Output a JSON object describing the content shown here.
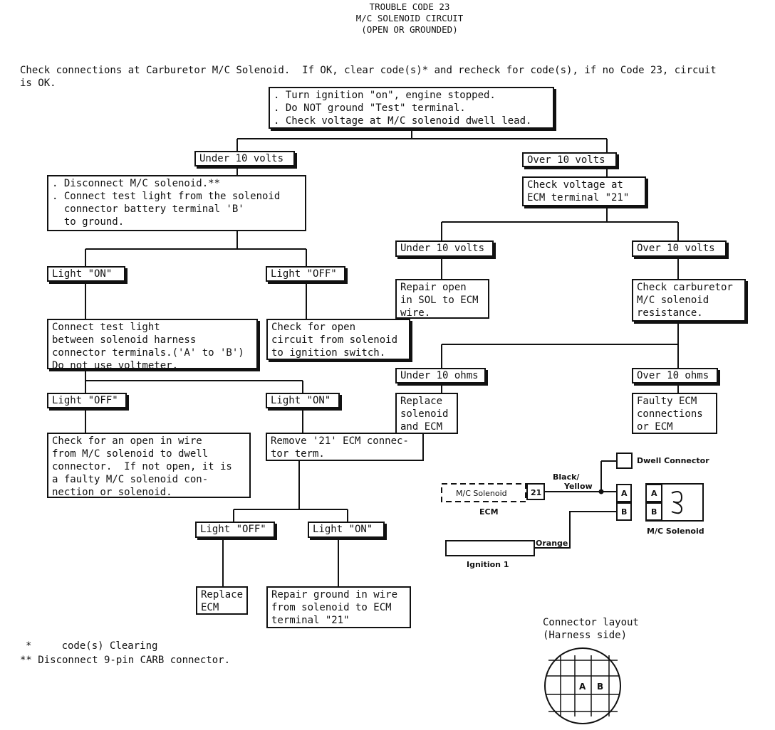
{
  "title": {
    "line1": "TROUBLE CODE 23",
    "line2": "M/C SOLENOID CIRCUIT",
    "line3": "(OPEN OR GROUNDED)"
  },
  "intro": "Check connections at Carburetor M/C Solenoid.  If OK, clear code(s)* and recheck for code(s), if no Code 23, circuit\nis OK.",
  "steps": {
    "start": ". Turn ignition \"on\", engine stopped.\n. Do NOT ground \"Test\" terminal.\n. Check voltage at M/C solenoid dwell lead.",
    "under10v": "Under 10 volts",
    "over10v": "Over 10 volts",
    "disconnect": ". Disconnect M/C solenoid.**\n. Connect test light from the solenoid\n  connector battery terminal 'B'\n  to ground.",
    "light_on_1": "Light \"ON\"",
    "light_off_1": "Light \"OFF\"",
    "check_open_ign": "Check for open\ncircuit from solenoid\nto ignition switch.",
    "connect_test": "Connect test light\nbetween solenoid harness\nconnector terminals.('A' to 'B')\nDo not use voltmeter.",
    "light_off_2": "Light \"OFF\"",
    "light_on_2": "Light \"ON\"",
    "check_open_wire": "Check for an open in wire\nfrom M/C solenoid to dwell\nconnector.  If not open, it is\na faulty M/C solenoid con-\nnection or solenoid.",
    "remove_21": "Remove '21' ECM connec-\ntor term.",
    "light_off_3": "Light \"OFF\"",
    "light_on_3": "Light \"ON\"",
    "replace_ecm": "Replace\nECM",
    "repair_ground": "Repair ground in wire\nfrom solenoid to ECM\nterminal \"21\"",
    "check_ecm21": "Check voltage at\nECM terminal \"21\"",
    "under10v_b": "Under 10 volts",
    "over10v_b": "Over 10 volts",
    "repair_open": "Repair open\nin SOL to ECM\nwire.",
    "check_carb": "Check carburetor\nM/C solenoid\nresistance.",
    "under10ohm": "Under 10 ohms",
    "over10ohm": "Over 10 ohms",
    "replace_sol": "Replace\nsolenoid\nand ECM",
    "faulty_ecm": "Faulty ECM\nconnections\nor ECM"
  },
  "footnotes": {
    "f1": "*     code(s) Clearing",
    "f2": "** Disconnect 9-pin CARB connector."
  },
  "wiring": {
    "dwell_connector": "Dwell Connector",
    "black_yellow_1": "Black/",
    "black_yellow_2": "Yellow",
    "mc_solenoid_ecm": "M/C Solenoid",
    "terminal_21": "21",
    "ecm": "ECM",
    "pin_a": "A",
    "pin_b": "B",
    "mc_solenoid": "M/C Solenoid",
    "orange": "Orange",
    "ignition": "Ignition 1"
  },
  "connector_layout": {
    "title": "Connector layout\n(Harness side)",
    "pin_a": "A",
    "pin_b": "B"
  }
}
